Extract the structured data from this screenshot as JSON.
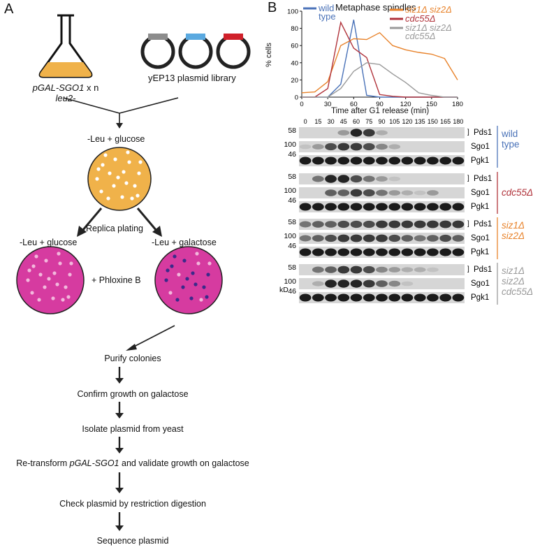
{
  "panelA": {
    "letter": "A",
    "strain_line1_italic": "pGAL-SGO1",
    "strain_line1_rest": " x n",
    "strain_line2": "leu2-",
    "library_label": "yEP13 plasmid library",
    "plate1_label": "-Leu + glucose",
    "replica_label": "Replica plating",
    "plate_left_label": "-Leu + glucose",
    "plate_right_label": "-Leu + galactose",
    "phloxine_label": "+ Phloxine B",
    "steps": {
      "s1": "Purify colonies",
      "s2": "Confirm growth on galactose",
      "s3": "Isolate plasmid from yeast",
      "s4_pre": "Re-transform ",
      "s4_italic": "pGAL-SGO1",
      "s4_post": " and validate growth on galactose",
      "s5": "Check plasmid by restriction digestion",
      "s6": "Sequence plasmid"
    },
    "colors": {
      "flask_medium": "#f0b24a",
      "plate_yellow": "#f0b24a",
      "plate_magenta": "#d63ba0",
      "plasmid_gray": "#8c8c8c",
      "plasmid_blue": "#5aa9e0",
      "plasmid_red": "#d0202a",
      "colony_white": "#ffffff",
      "colony_pink": "#f2b8dc",
      "colony_dark": "#3b2a8a"
    }
  },
  "panelB": {
    "letter": "B",
    "chart_title": "Metaphase spindles",
    "ylabel": "% cells",
    "xlabel": "Time after G1 release (min)",
    "blot_time_points": [
      "0",
      "15",
      "30",
      "45",
      "60",
      "75",
      "90",
      "105",
      "120",
      "135",
      "150",
      "165",
      "180"
    ],
    "blot_groups": [
      {
        "name_lines": [
          "wild",
          "type"
        ],
        "color": "#4a72b8",
        "rows": [
          {
            "protein": "Pds1",
            "marker": "58",
            "bracket": "]"
          },
          {
            "protein": "Sgo1",
            "marker": "100",
            "bracket": ""
          },
          {
            "protein": "Pgk1",
            "marker": "46",
            "bracket": ""
          }
        ]
      },
      {
        "name_lines": [
          "cdc55Δ"
        ],
        "color": "#b0323a",
        "rows": [
          {
            "protein": "Pds1",
            "marker": "58",
            "bracket": "]"
          },
          {
            "protein": "Sgo1",
            "marker": "100",
            "bracket": ""
          },
          {
            "protein": "Pgk1",
            "marker": "46",
            "bracket": ""
          }
        ]
      },
      {
        "name_lines": [
          "siz1Δ",
          "siz2Δ"
        ],
        "color": "#e8822a",
        "rows": [
          {
            "protein": "Pds1",
            "marker": "58",
            "bracket": "]"
          },
          {
            "protein": "Sgo1",
            "marker": "100",
            "bracket": ""
          },
          {
            "protein": "Pgk1",
            "marker": "46",
            "bracket": ""
          }
        ]
      },
      {
        "name_lines": [
          "siz1Δ",
          "siz2Δ",
          "cdc55Δ"
        ],
        "color": "#999999",
        "rows": [
          {
            "protein": "Pds1",
            "marker": "58",
            "bracket": "]"
          },
          {
            "protein": "Sgo1",
            "marker": "100",
            "bracket": ""
          },
          {
            "protein": "Pgk1",
            "marker": "46",
            "bracket": ""
          }
        ]
      }
    ],
    "kd_label": "kD"
  },
  "chart_data": {
    "type": "line",
    "title": "Metaphase spindles",
    "xlabel": "Time after G1 release (min)",
    "ylabel": "% cells",
    "xlim": [
      0,
      180
    ],
    "ylim": [
      0,
      100
    ],
    "xticks": [
      "0",
      "30",
      "60",
      "90",
      "120",
      "150",
      "180"
    ],
    "yticks": [
      "0",
      "20",
      "40",
      "60",
      "80",
      "100"
    ],
    "x": [
      0,
      15,
      30,
      45,
      60,
      75,
      90,
      105,
      120,
      135,
      150,
      165,
      180
    ],
    "series": [
      {
        "name": "wild type",
        "color": "#4a72b8",
        "values": [
          0,
          0,
          0,
          15,
          90,
          2,
          0,
          0,
          0,
          0,
          0,
          0,
          0
        ]
      },
      {
        "name": "siz1Δ siz2Δ",
        "color": "#e8822a",
        "values": [
          5,
          6,
          18,
          60,
          68,
          67,
          75,
          60,
          55,
          52,
          50,
          45,
          20
        ]
      },
      {
        "name": "cdc55Δ",
        "color": "#b0323a",
        "values": [
          0,
          0,
          10,
          87,
          57,
          46,
          3,
          1,
          0,
          0,
          0,
          0,
          0
        ]
      },
      {
        "name": "siz1Δ siz2Δ cdc55Δ",
        "color": "#999999",
        "values": [
          0,
          0,
          0,
          10,
          30,
          40,
          38,
          27,
          17,
          5,
          2,
          0,
          0
        ]
      }
    ],
    "legend": [
      {
        "lines": [
          "wild",
          "type"
        ],
        "color": "#4a72b8",
        "italic": false
      },
      {
        "lines": [
          "siz1Δ siz2Δ"
        ],
        "color": "#e8822a",
        "italic": true
      },
      {
        "lines": [
          "cdc55Δ"
        ],
        "color": "#b0323a",
        "italic": true
      },
      {
        "lines": [
          "siz1Δ siz2Δ",
          "cdc55Δ"
        ],
        "color": "#999999",
        "italic": true
      }
    ]
  }
}
